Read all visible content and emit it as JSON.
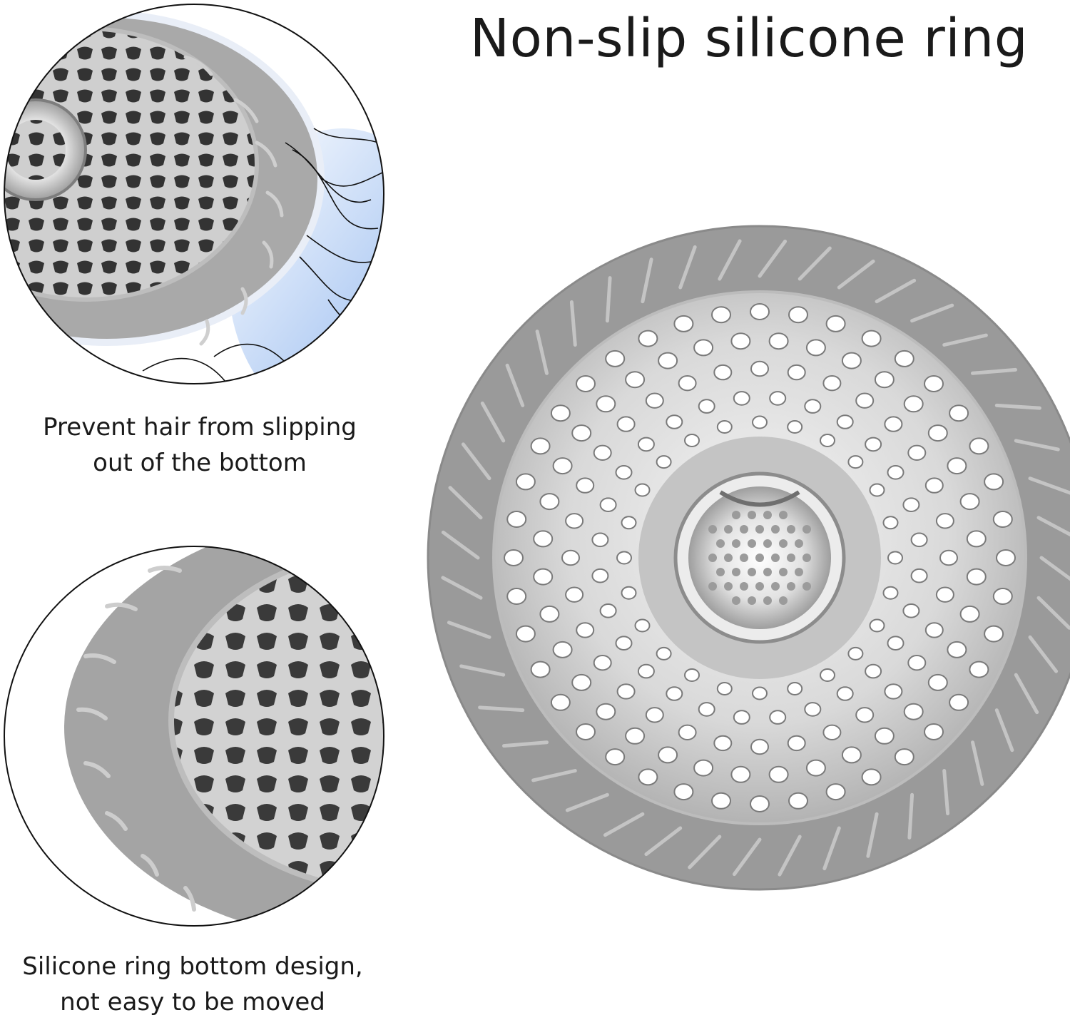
{
  "headline": "Non-slip silicone ring",
  "features": [
    {
      "icon": "hair-catcher-closeup-icon",
      "caption_lines": [
        "Prevent hair from slipping",
        "out of the bottom"
      ]
    },
    {
      "icon": "silicone-ring-closeup-icon",
      "caption_lines": [
        "Silicone ring bottom design,",
        "not easy to be moved"
      ]
    }
  ],
  "product": {
    "icon": "drain-strainer-icon"
  },
  "colors": {
    "silicone": "#9a9a9a",
    "silicone_light": "#c9c9c9",
    "steel": "#d6d6d6",
    "steel_dark": "#5d5d5d",
    "hair_blue": "#2f6fe0",
    "text": "#1a1a1a"
  }
}
